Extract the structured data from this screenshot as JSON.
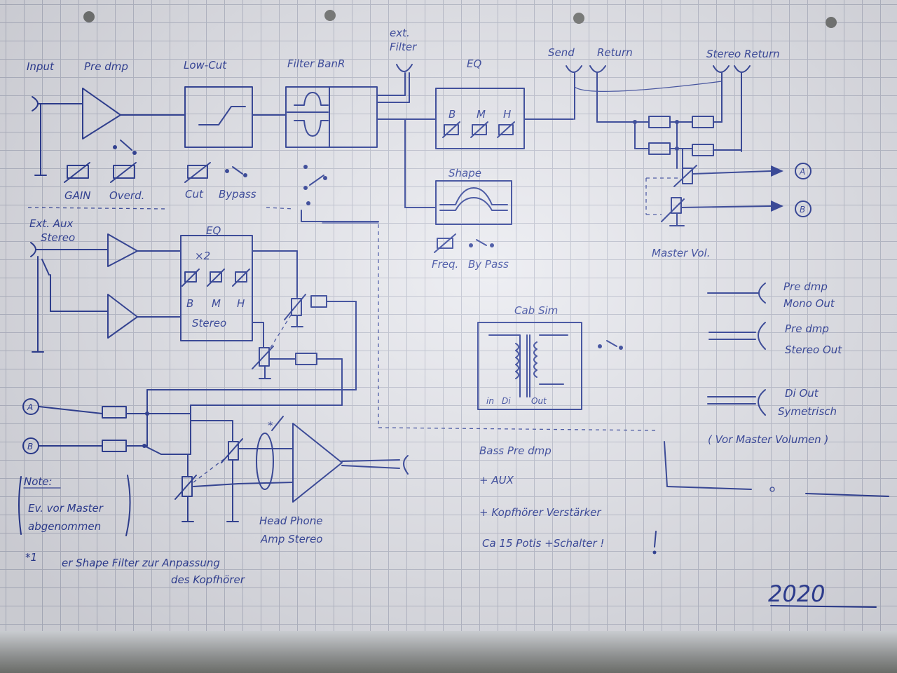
{
  "labels": {
    "input": "Input",
    "preamp": "Pre dmp",
    "lowcut": "Low-Cut",
    "filterbank": "Filter BanR",
    "ext_filter_1": "ext.",
    "ext_filter_2": "Filter",
    "eq_top": "EQ",
    "send": "Send",
    "return": "Return",
    "stereo_return": "Stereo Return",
    "gain": "GAIN",
    "overdrive": "Overd.",
    "cut": "Cut",
    "bypass": "Bypass",
    "eq_b": "B",
    "eq_m": "M",
    "eq_h": "H",
    "shape": "Shape",
    "freq": "Freq.",
    "bypass2": "By Pass",
    "master_vol": "Master Vol.",
    "out_a": "A",
    "out_b": "B",
    "ext_aux_1": "Ext. Aux",
    "ext_aux_2": "Stereo",
    "eq2": "EQ",
    "eq2_x2": "×2",
    "eq2_stereo": "Stereo",
    "cab_sim": "Cab Sim",
    "cab_in": "in",
    "cab_di": "Di",
    "cab_out": "Out",
    "legend_mono_1": "Pre dmp",
    "legend_mono_2": "Mono Out",
    "legend_stereo_1": "Pre dmp",
    "legend_stereo_2": "Stereo Out",
    "legend_di_1": "Di Out",
    "legend_di_2": "Symetrisch",
    "legend_di_3": "( Vor Master Volumen )",
    "summary_1": "Bass Pre dmp",
    "summary_2": "+ AUX",
    "summary_3": "+ Kopfhörer Verstärker",
    "summary_4": "Ca 15 Potis +Schalter !",
    "in_a": "A",
    "in_b": "B",
    "note_title": "Note:",
    "note_1": "Ev. vor Master",
    "note_2": "abgenommen",
    "hp_1": "Head Phone",
    "hp_2": "Amp Stereo",
    "asterisk": "*",
    "asterisk_mark": "*1",
    "footnote_1": "er Shape Filter zur Anpassung",
    "footnote_2": "des Kopfhörer",
    "signature": "2020"
  }
}
